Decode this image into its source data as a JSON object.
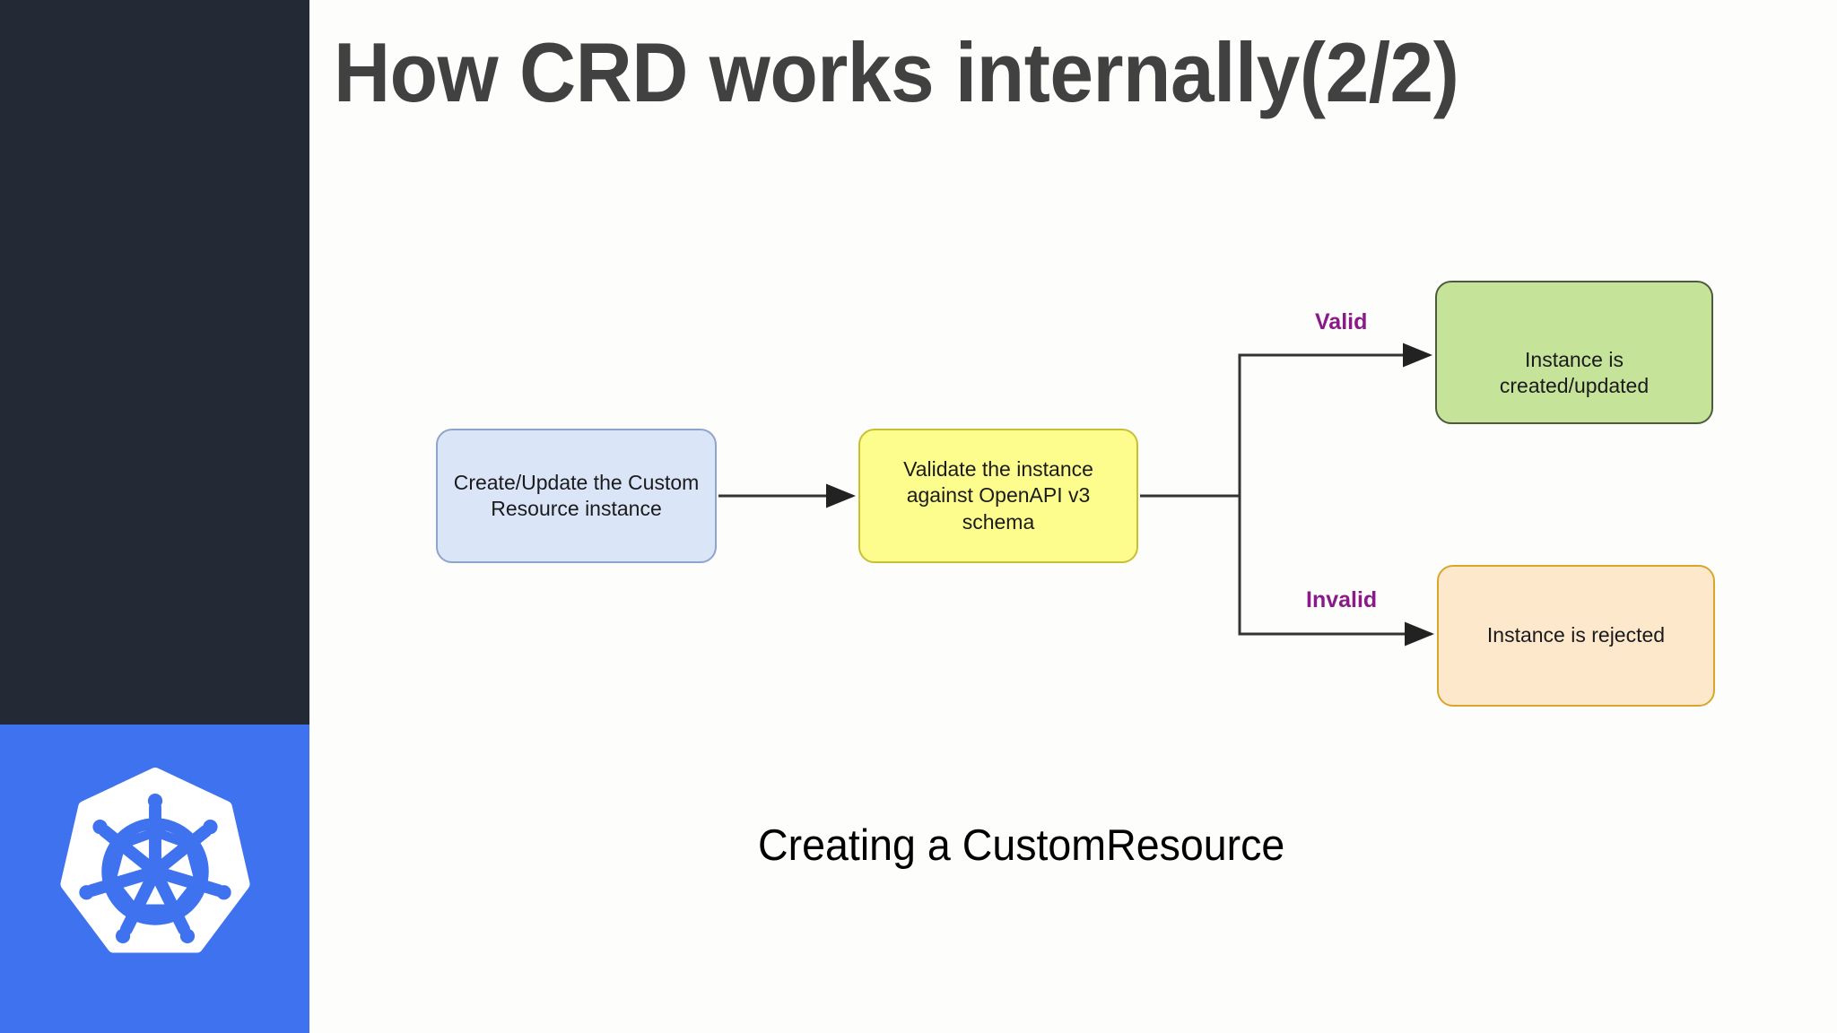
{
  "slide": {
    "title": "How CRD works internally(2/2)",
    "caption": "Creating a CustomResource",
    "background_color": "#fdfdfb",
    "title_color": "#414141"
  },
  "sidebar": {
    "top_color": "#232a36",
    "bottom_color": "#3f72ef",
    "logo": {
      "name": "kubernetes-logo",
      "wheel_color": "#3f72ef",
      "heptagon_color": "#ffffff"
    }
  },
  "diagram": {
    "type": "flowchart",
    "title": "Creating a CustomResource",
    "nodes": [
      {
        "id": "create",
        "label": "Create/Update the Custom Resource instance",
        "lines": [
          "Create/Update the Custom",
          "Resource instance"
        ],
        "fill": "#dbe5f8",
        "stroke": "#8fa4cc"
      },
      {
        "id": "validate",
        "label": "Validate the instance against OpenAPI v3 schema",
        "lines": [
          "Validate the instance against",
          "OpenAPI v3 schema"
        ],
        "fill": "#fdfd8d",
        "stroke": "#c9bf32"
      },
      {
        "id": "created",
        "label": "Instance is created/updated",
        "lines": [
          "Instance is created/updated"
        ],
        "fill": "#c6e39a",
        "stroke": "#4b5b3c"
      },
      {
        "id": "rejected",
        "label": "Instance is rejected",
        "lines": [
          "Instance is rejected"
        ],
        "fill": "#fde8cc",
        "stroke": "#d9a62c"
      }
    ],
    "edges": [
      {
        "from": "create",
        "to": "validate",
        "label": ""
      },
      {
        "from": "validate",
        "to": "created",
        "label": "Valid"
      },
      {
        "from": "validate",
        "to": "rejected",
        "label": "Invalid"
      }
    ],
    "edge_label_color": "#8a1a8a",
    "edge_stroke": "#333333"
  }
}
